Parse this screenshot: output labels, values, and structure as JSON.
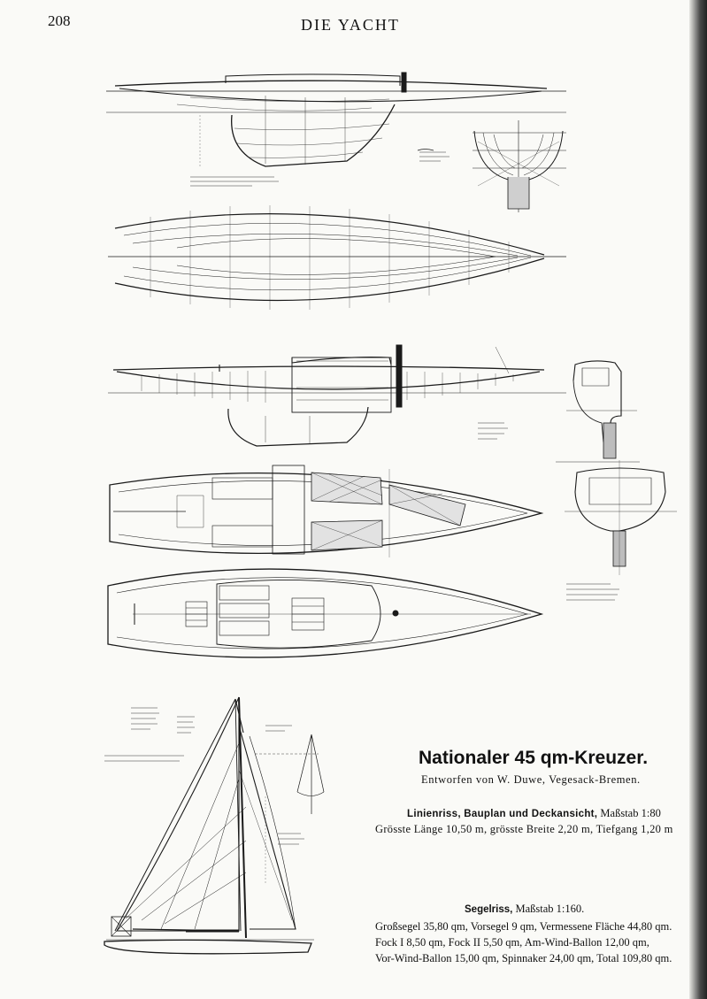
{
  "page_number": "208",
  "running_head": "DIE YACHT",
  "caption": {
    "title": "Nationaler 45 qm-Kreuzer.",
    "designer": "Entworfen von W. Duwe, Vegesack-Bremen.",
    "lines_plan_heading": "Linienriss, Bauplan und Deckansicht,",
    "lines_plan_scale": " Maßstab 1:80",
    "lines_plan_dimensions": "Grösste Länge 10,50 m, grösste Breite 2,20 m, Tiefgang 1,20 m",
    "sail_plan_heading": "Segelriss,",
    "sail_plan_scale": " Maßstab 1:160.",
    "sail_plan_lines": [
      "Großsegel 35,80 qm, Vorsegel 9 qm, Vermessene Fläche 44,80 qm.",
      "Fock I 8,50 qm,  Fock II 5,50 qm,  Am-Wind-Ballon 12,00 qm,",
      "Vor-Wind-Ballon 15,00 qm, Spinnaker 24,00 qm, Total 109,80 qm."
    ]
  },
  "drawings": [
    {
      "name": "lines-plan-profile"
    },
    {
      "name": "body-plan"
    },
    {
      "name": "half-breadth-plan"
    },
    {
      "name": "construction-profile"
    },
    {
      "name": "midship-section"
    },
    {
      "name": "construction-plan-view"
    },
    {
      "name": "deck-plan"
    },
    {
      "name": "sail-plan"
    }
  ]
}
